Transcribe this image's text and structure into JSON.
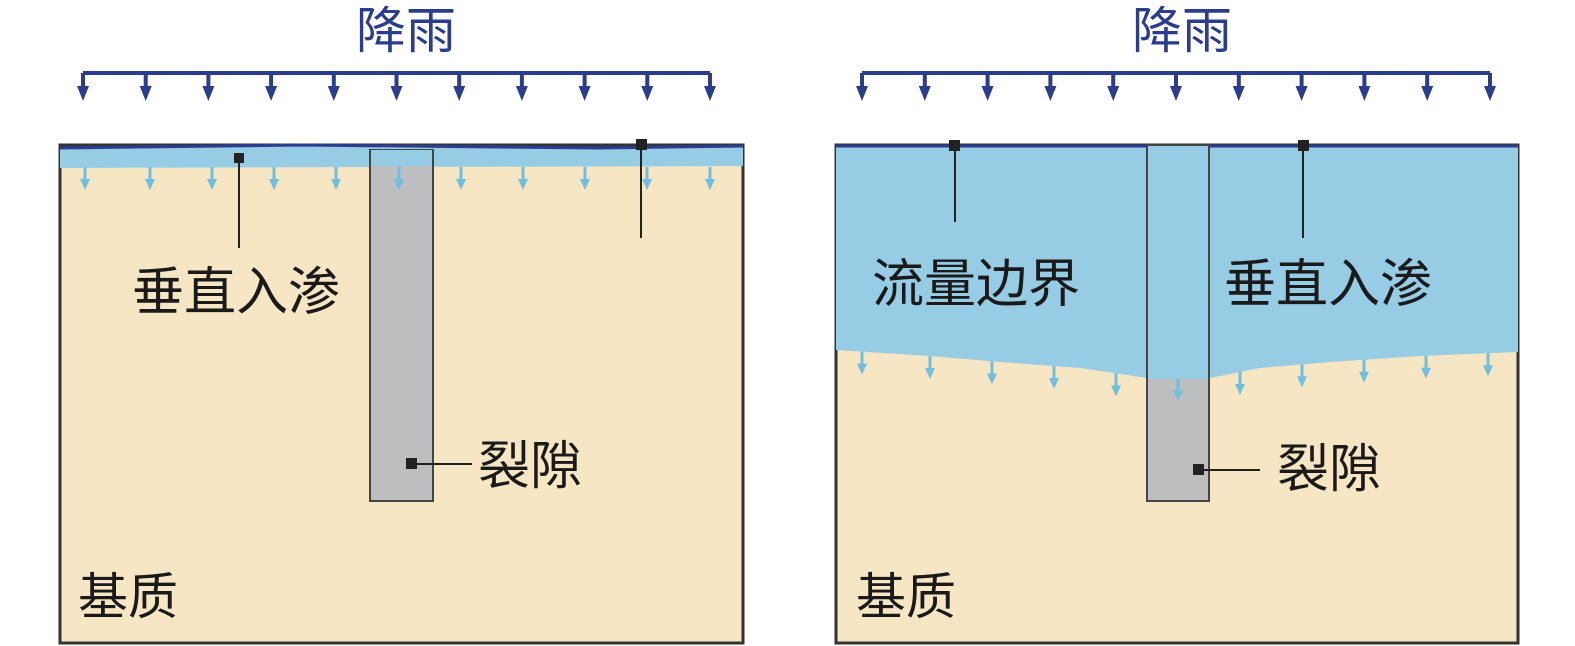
{
  "panels": [
    {
      "rain_label": "降雨",
      "labels": {
        "vertical_infiltration": "垂直入渗",
        "fracture": "裂隙",
        "matrix": "基质"
      }
    },
    {
      "rain_label": "降雨",
      "labels": {
        "flux_boundary": "流量边界",
        "vertical_infiltration": "垂直入渗",
        "fracture": "裂隙",
        "matrix": "基质"
      }
    }
  ],
  "colors": {
    "rain": "#2b3d8f",
    "water": "#96cde4",
    "water_arrow": "#6fbfe0",
    "matrix": "#f7e6c4",
    "fracture": "#bcbec0",
    "outline": "#333333"
  }
}
